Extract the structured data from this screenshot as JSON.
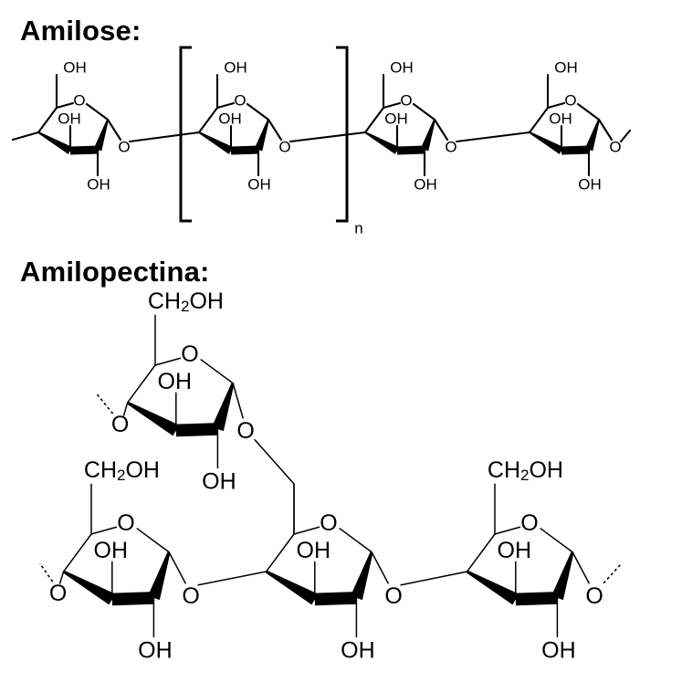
{
  "amylose": {
    "title": "Amilose:",
    "repeat_subscript": "n",
    "labels": {
      "hydroxyl": "OH",
      "ring_oxygen": "O",
      "link_oxygen": "O"
    }
  },
  "amylopectin": {
    "title": "Amilopectina:",
    "labels": {
      "hydroxymethyl": "CH2OH",
      "hydroxyl": "OH",
      "ring_oxygen": "O",
      "link_oxygen": "O"
    }
  },
  "colors": {
    "ink": "#000000",
    "background": "#ffffff"
  }
}
